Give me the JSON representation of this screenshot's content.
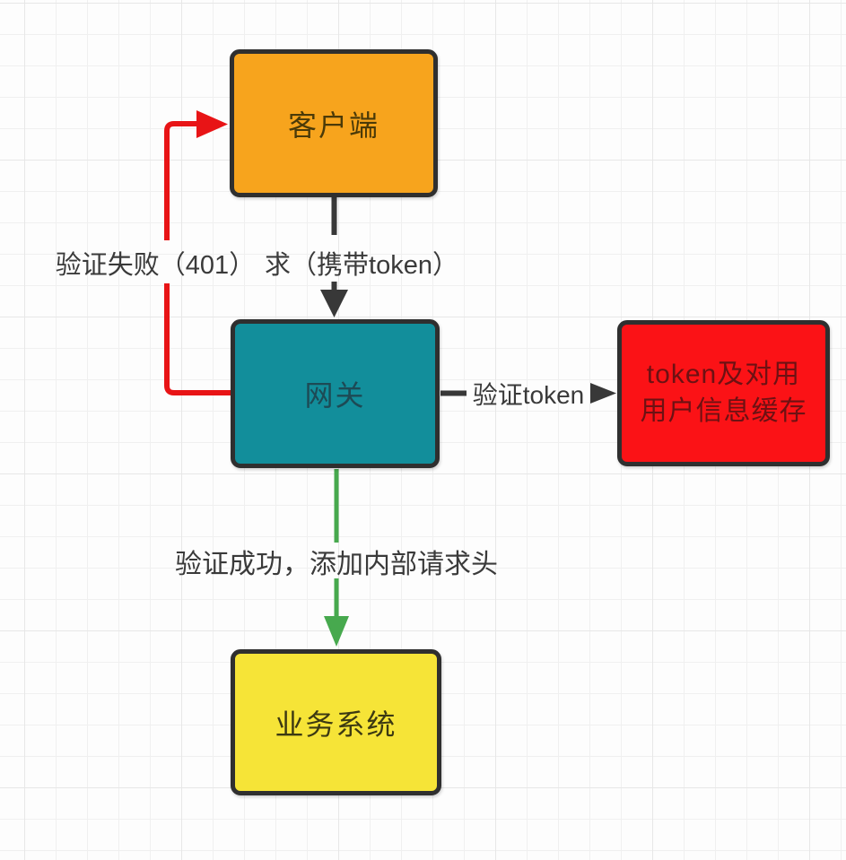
{
  "diagram": {
    "background": {
      "bg_color": "#fdfdfd",
      "grid_color": "#ececec"
    },
    "nodes": [
      {
        "id": "client",
        "label": "客户端",
        "fill": "#f7a41d"
      },
      {
        "id": "gateway",
        "label": "网关",
        "fill": "#128e9b"
      },
      {
        "id": "token_cache",
        "label_line1": "token及对用",
        "label_line2": "用户信息缓存",
        "fill": "#fb1216"
      },
      {
        "id": "business",
        "label": "业务系统",
        "fill": "#f6e437"
      }
    ],
    "edges": [
      {
        "id": "client_to_gateway",
        "label": "求（携带token）",
        "color": "#383838"
      },
      {
        "id": "gateway_to_client",
        "label": "验证失败（401）",
        "color": "#e81416"
      },
      {
        "id": "gateway_to_cache",
        "label": "验证token",
        "color": "#383838"
      },
      {
        "id": "gateway_to_business",
        "label": "验证成功，添加内部请求头",
        "color": "#47a94e"
      }
    ]
  }
}
